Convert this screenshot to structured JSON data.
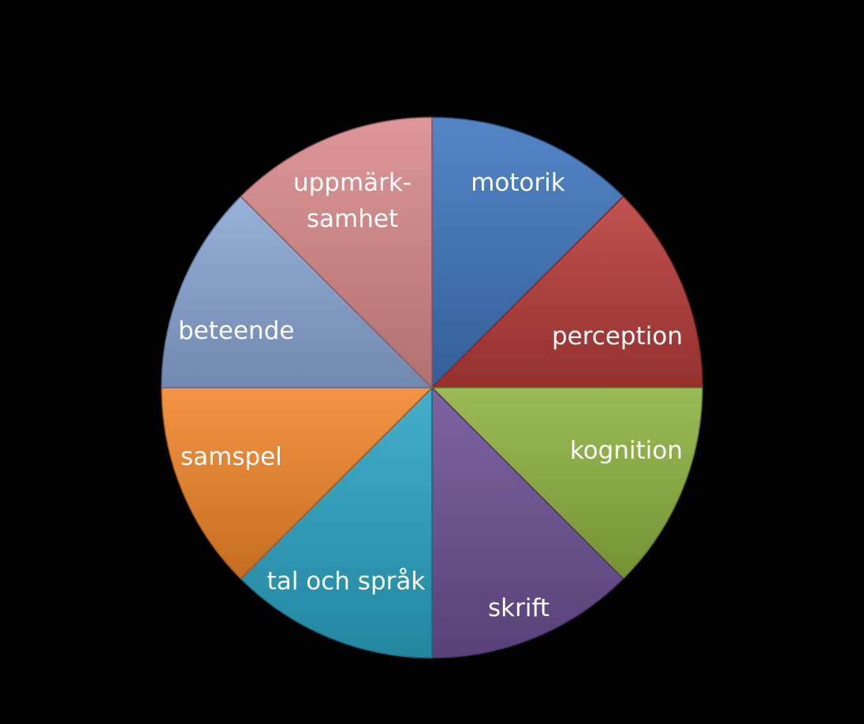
{
  "chart_data": {
    "type": "pie",
    "title": "",
    "slices": [
      {
        "label": "motorik",
        "value": 1,
        "color": "#3d74bd"
      },
      {
        "label": "perception",
        "value": 1,
        "color": "#b63b38"
      },
      {
        "label": "kognition",
        "value": 1,
        "color": "#8db240"
      },
      {
        "label": "skrift",
        "value": 1,
        "color": "#6b4f94"
      },
      {
        "label": "tal och språk",
        "value": 1,
        "color": "#2aa3c3"
      },
      {
        "label": "samspel",
        "value": 1,
        "color": "#f2852a"
      },
      {
        "label": "beteende",
        "value": 1,
        "color": "#8aa6d6"
      },
      {
        "label": "uppmärk-\nsamhet",
        "value": 1,
        "color": "#d9898a"
      }
    ]
  },
  "background_color": "#000000"
}
